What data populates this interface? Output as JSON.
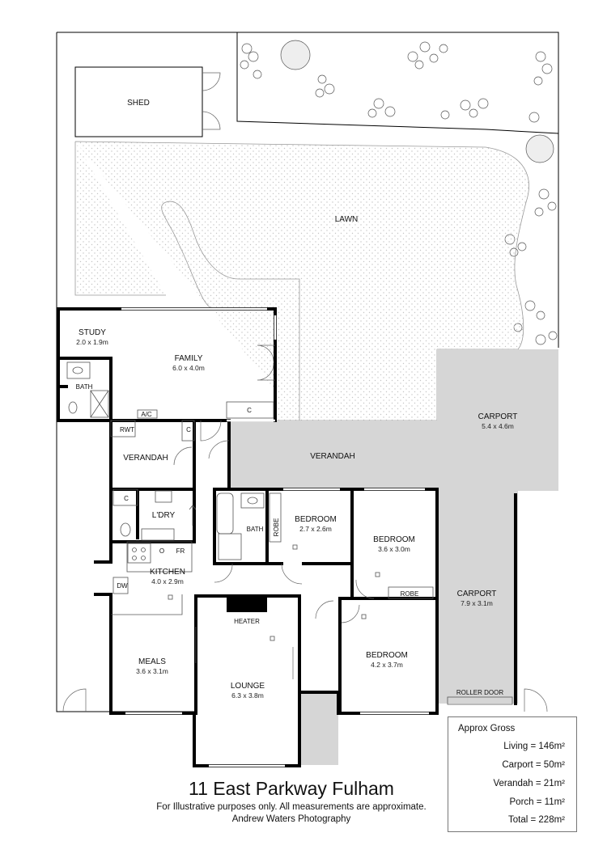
{
  "title": "11 East Parkway Fulham",
  "disclaimer": "For Illustrative purposes only.  All measurements are approximate.",
  "credit": "Andrew Waters Photography",
  "areas": {
    "heading": "Approx Gross",
    "living": "Living = 146m²",
    "carport": "Carport = 50m²",
    "verandah": "Verandah = 21m²",
    "porch": "Porch = 11m²",
    "total": "Total = 228m²"
  },
  "rooms": {
    "shed": {
      "name": "SHED"
    },
    "lawn": {
      "name": "LAWN"
    },
    "study": {
      "name": "STUDY",
      "size": "2.0 x 1.9m"
    },
    "family": {
      "name": "FAMILY",
      "size": "6.0 x 4.0m"
    },
    "bath1": {
      "name": "BATH"
    },
    "carport1": {
      "name": "CARPORT",
      "size": "5.4 x 4.6m"
    },
    "verandah_small": {
      "name": "VERANDAH"
    },
    "verandah_large": {
      "name": "VERANDAH"
    },
    "laundry": {
      "name": "L'DRY"
    },
    "bath2": {
      "name": "BATH"
    },
    "bedroom1": {
      "name": "BEDROOM",
      "size": "2.7 x 2.6m"
    },
    "bedroom2": {
      "name": "BEDROOM",
      "size": "3.6 x 3.0m"
    },
    "kitchen": {
      "name": "KITCHEN",
      "size": "4.0 x 2.9m"
    },
    "carport2": {
      "name": "CARPORT",
      "size": "7.9 x 3.1m"
    },
    "meals": {
      "name": "MEALS",
      "size": "3.6 x 3.1m"
    },
    "lounge": {
      "name": "LOUNGE",
      "size": "6.3 x 3.8m"
    },
    "bedroom3": {
      "name": "BEDROOM",
      "size": "4.2 x 3.7m"
    }
  },
  "fixtures": {
    "ac": "A/C",
    "rwt": "RWT",
    "cupboard": "C",
    "robe": "ROBE",
    "oven": "O",
    "fridge": "FR",
    "dishwasher": "DW",
    "heater": "HEATER",
    "roller_door": "ROLLER DOOR"
  },
  "colors": {
    "wall": "#000000",
    "covered_area": "#d6d6d6",
    "lawn_dots": "#c8c8c8",
    "background": "#ffffff"
  }
}
